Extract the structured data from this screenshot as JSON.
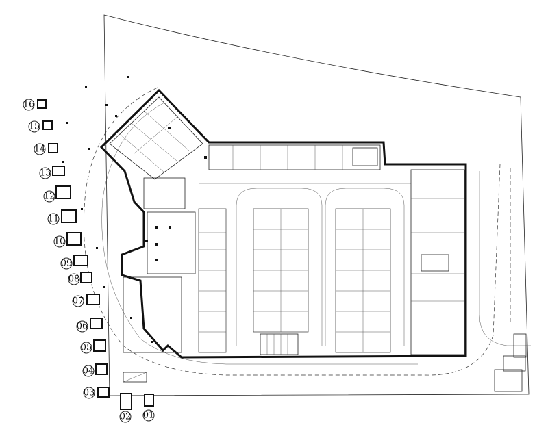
{
  "axis_labels": [
    "16",
    "15",
    "14",
    "13",
    "12",
    "11",
    "10",
    "09",
    "08",
    "07",
    "06",
    "05",
    "04",
    "03",
    "02",
    "01"
  ],
  "colors": {
    "lines": "#222222",
    "walls": "#111111",
    "background": "#ffffff"
  }
}
